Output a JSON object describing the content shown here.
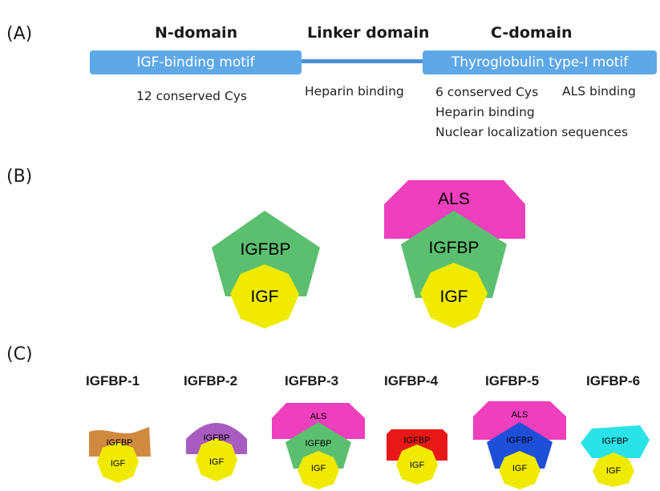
{
  "panel_a": {
    "label": "(A)",
    "n_domain": {
      "title": "N-domain",
      "bar_label": "IGF-binding motif",
      "notes": [
        "12 conserved Cys"
      ]
    },
    "linker_domain": {
      "title": "Linker domain",
      "notes": [
        "Heparin binding"
      ]
    },
    "c_domain": {
      "title": "C-domain",
      "bar_label": "Thyroglobulin type-I motif",
      "notes": [
        "6 conserved Cys",
        "ALS binding",
        "Heparin binding",
        "Nuclear localization sequences"
      ]
    }
  },
  "panel_b": {
    "label": "(B)",
    "binary_complex": {
      "igfbp": "IGFBP",
      "igf": "IGF"
    },
    "ternary_complex": {
      "als": "ALS",
      "igfbp": "IGFBP",
      "igf": "IGF"
    }
  },
  "panel_c": {
    "label": "(C)",
    "items": [
      {
        "title": "IGFBP-1",
        "igfbp": "IGFBP",
        "igf": "IGF",
        "color": "#d08a40"
      },
      {
        "title": "IGFBP-2",
        "igfbp": "IGFBP",
        "igf": "IGF",
        "color": "#a95cc0"
      },
      {
        "title": "IGFBP-3",
        "als": "ALS",
        "igfbp": "IGFBP",
        "igf": "IGF",
        "color": "#5cbf70"
      },
      {
        "title": "IGFBP-4",
        "igfbp": "IGFBP",
        "igf": "IGF",
        "color": "#e81818"
      },
      {
        "title": "IGFBP-5",
        "als": "ALS",
        "igfbp": "IGFBP",
        "igf": "IGF",
        "color": "#1e4fd8"
      },
      {
        "title": "IGFBP-6",
        "igfbp": "IGFBP",
        "igf": "IGF",
        "color": "#29e3e8"
      }
    ]
  },
  "colors": {
    "domain_bar": "#5fa8e8",
    "linker": "#4a8fd6",
    "igfbp_green": "#5cbf70",
    "igf_yellow": "#f0ea00",
    "als_magenta": "#ee3fbd"
  }
}
